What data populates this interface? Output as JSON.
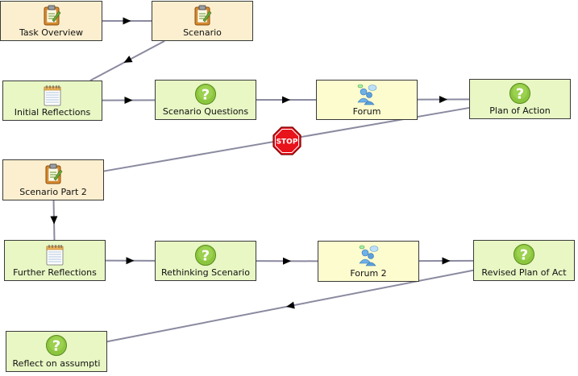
{
  "diagram": {
    "nodes": [
      {
        "id": "task_overview",
        "label": "Task Overview",
        "icon": "clipboard-icon",
        "style": "tan"
      },
      {
        "id": "scenario",
        "label": "Scenario",
        "icon": "clipboard-icon",
        "style": "tan"
      },
      {
        "id": "initial_reflections",
        "label": "Initial Reflections",
        "icon": "notepad-icon",
        "style": "green"
      },
      {
        "id": "scenario_questions",
        "label": "Scenario Questions",
        "icon": "question-icon",
        "style": "green"
      },
      {
        "id": "forum",
        "label": "Forum",
        "icon": "forum-users-icon",
        "style": "yellow"
      },
      {
        "id": "plan_of_action",
        "label": "Plan of Action",
        "icon": "question-icon",
        "style": "green"
      },
      {
        "id": "scenario_part_2",
        "label": "Scenario Part 2",
        "icon": "clipboard-icon",
        "style": "tan"
      },
      {
        "id": "further_reflections",
        "label": "Further Reflections",
        "icon": "notepad-icon",
        "style": "green"
      },
      {
        "id": "rethinking_scenario",
        "label": "Rethinking Scenario",
        "icon": "question-icon",
        "style": "green"
      },
      {
        "id": "forum_2",
        "label": "Forum 2",
        "icon": "forum-users-icon",
        "style": "yellow"
      },
      {
        "id": "revised_plan",
        "label": "Revised Plan of Act",
        "icon": "question-icon",
        "style": "green"
      },
      {
        "id": "reflect_assumptions",
        "label": "Reflect on assumpti",
        "icon": "question-icon",
        "style": "green"
      }
    ],
    "edges": [
      {
        "from": "task_overview",
        "to": "scenario"
      },
      {
        "from": "scenario",
        "to": "initial_reflections"
      },
      {
        "from": "initial_reflections",
        "to": "scenario_questions"
      },
      {
        "from": "scenario_questions",
        "to": "forum"
      },
      {
        "from": "forum",
        "to": "plan_of_action"
      },
      {
        "from": "plan_of_action",
        "to": "scenario_part_2"
      },
      {
        "from": "scenario_part_2",
        "to": "further_reflections"
      },
      {
        "from": "further_reflections",
        "to": "rethinking_scenario"
      },
      {
        "from": "rethinking_scenario",
        "to": "forum_2"
      },
      {
        "from": "forum_2",
        "to": "revised_plan"
      },
      {
        "from": "revised_plan",
        "to": "reflect_assumptions"
      }
    ],
    "stop_sign": {
      "label": "STOP",
      "icon": "stop-sign-icon"
    },
    "colors": {
      "tan_fill": "#fcefcf",
      "green_fill": "#e8f7c4",
      "yellow_fill": "#fdfccf",
      "edge": "#8a8aa0",
      "arrow": "#000000",
      "stop": "#e8131b"
    }
  }
}
